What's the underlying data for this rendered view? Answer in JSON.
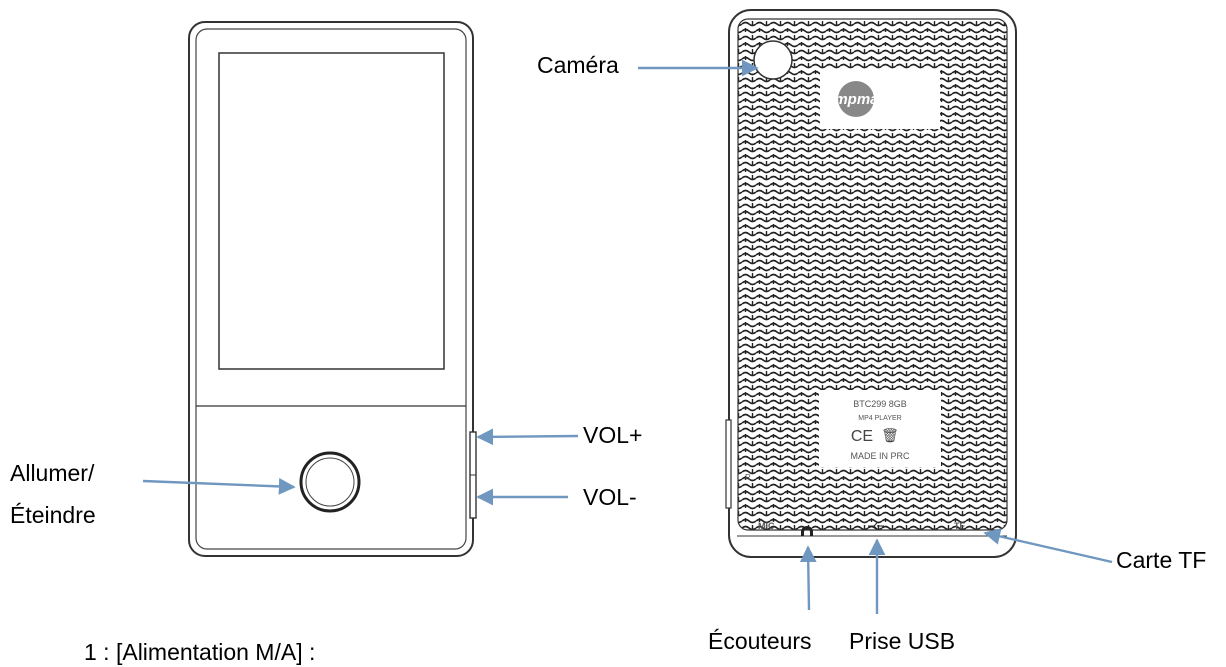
{
  "labels": {
    "camera": "Caméra",
    "vol_up": "VOL+",
    "vol_down": "VOL-",
    "power_line1": "Allumer/",
    "power_line2": "Éteindre",
    "tf_card": "Carte TF",
    "headphones": "Écouteurs",
    "usb": "Prise USB"
  },
  "back_panel": {
    "brand_logo": "mpman",
    "model": "BTC299  8GB",
    "product_type": "MP4 PLAYER",
    "made_in": "MADE  IN  PRC",
    "port_mic": "MIC",
    "port_tf": "TF",
    "port_r": "R"
  },
  "caption": "1 : [Alimentation M/A] :",
  "colors": {
    "arrow": "#6f97bf",
    "outline": "#333333"
  }
}
